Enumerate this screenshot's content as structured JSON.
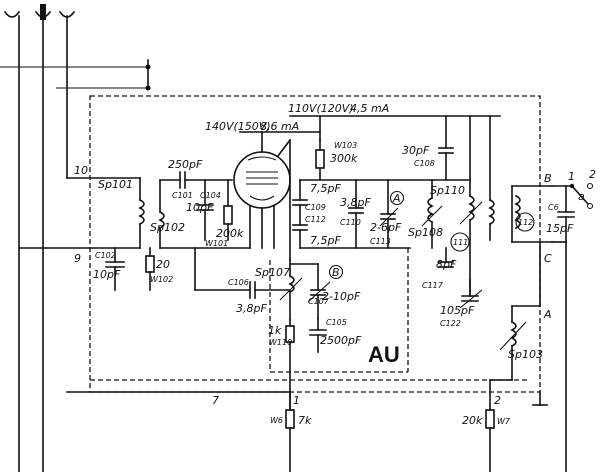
{
  "module": {
    "name": "AU"
  },
  "supply": {
    "plate": "110V(120V)",
    "plate_current": "4,5 mA",
    "screen": "140V(150V)",
    "screen_current": "8,6 mA"
  },
  "terminals": {
    "t10": "10",
    "t9": "9",
    "t7": "7",
    "t1": "1",
    "t2": "2",
    "rB": "B",
    "rA": "A",
    "rC": "C",
    "ra": "a",
    "o1": "1",
    "o2": "2"
  },
  "coils": {
    "sp101": "Sp101",
    "sp102": "Sp102",
    "sp107": "Sp107",
    "sp108": "Sp108",
    "sp110": "Sp110",
    "sp103": "Sp103",
    "c111": "111",
    "c112": "112"
  },
  "capacitors": {
    "c101": "C101",
    "c101v": "250pF",
    "c104": "C104",
    "c104v": "10pF",
    "c102": "C102",
    "c102v": "10pF",
    "c106": "C106",
    "c106v": "3,8pF",
    "c107": "C107",
    "c107v": "2-10pF",
    "c105": "C105",
    "c105v": "2500pF",
    "c108": "C108",
    "c108v": "30pF",
    "c109v": "7,5pF",
    "c109": "C109",
    "c112": "C112",
    "c112v": "7,5pF",
    "c110": "C110",
    "c110v": "3,8pF",
    "c113": "C113",
    "c113v": "2-6pF",
    "c117": "C117",
    "c117v": "8pF",
    "c122": "C122",
    "c122v": "105pF",
    "c6": "C6",
    "c6v": "15pF"
  },
  "resistors": {
    "w101": "W101",
    "w101v": "200k",
    "w102": "W102",
    "w102v": "20",
    "w103": "W103",
    "w103v": "300k",
    "w110": "W110",
    "w110v": "1k",
    "w6": "W6",
    "w6v": "7k",
    "w7": "W7",
    "w7v": "20k"
  },
  "markers": {
    "mA": "A",
    "mB": "B"
  }
}
